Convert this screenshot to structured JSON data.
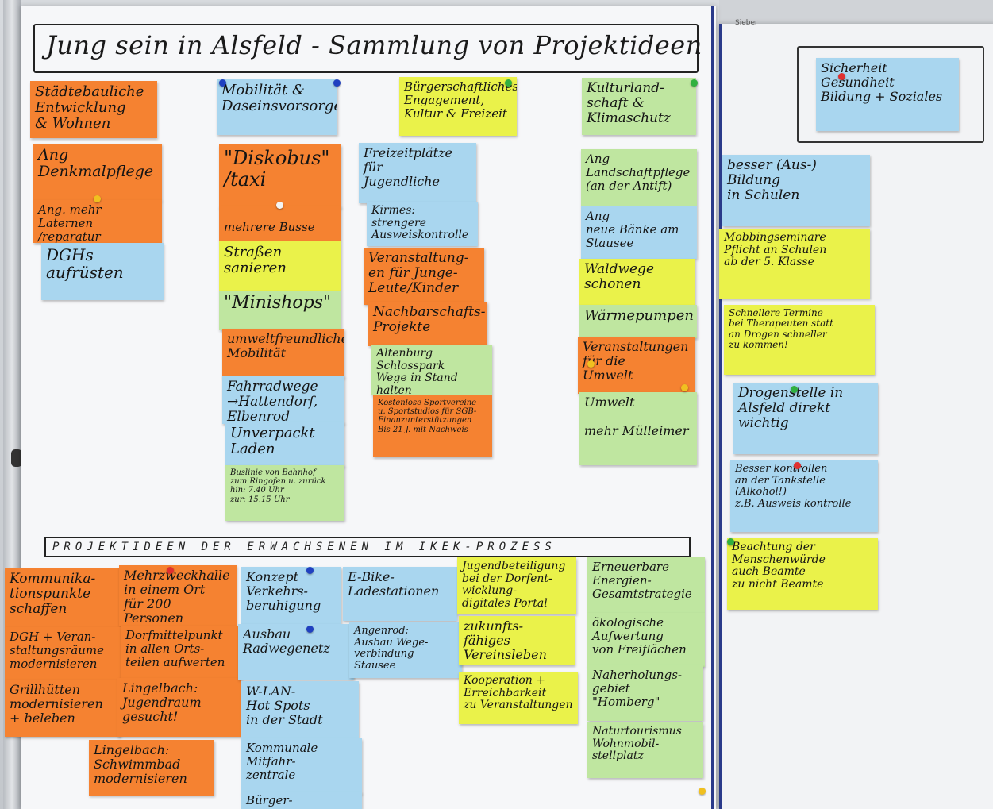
{
  "title": "Jung sein in Alsfeld - Sammlung von Projektideen",
  "right_strip_label": "Sieber",
  "section2_header": "PROJEKTIDEEN DER ERWACHSENEN IM IKEK-PROZESS",
  "colors": {
    "orange": "#f58231",
    "blue": "#a9d6ef",
    "yellow": "#eaf24a",
    "green": "#bfe6a0"
  },
  "categories": {
    "c1": "Städtebauliche\nEntwicklung\n& Wohnen",
    "c2": "Mobilität &\nDaseinsvorsorge",
    "c3": "Bürgerschaftliches\nEngagement,\nKultur & Freizeit",
    "c4": "Kulturland-\nschaft &\nKlimaschutz",
    "c5": "Sicherheit\nGesundheit\nBildung + Soziales"
  },
  "notes": {
    "n1": "Ang\nDenkmalpflege",
    "n2": "Ang. mehr Laternen\n/reparatur",
    "n3": "DGHs\naufrüsten",
    "n4": "\"Diskobus\"\n/taxi",
    "n5": "mehrere Busse",
    "n6": "Straßen\nsanieren",
    "n7": "\"Minishops\"",
    "n8": "umweltfreundliche\nMobilität",
    "n9": "Fahrradwege\n→Hattendorf, Elbenrod",
    "n10": "Unverpackt\nLaden",
    "n11": "Buslinie von Bahnhof\nzum Ringofen u. zurück\nhin: 7.40 Uhr\nzur: 15.15 Uhr",
    "n12": "Freizeitplätze\nfür\nJugendliche",
    "n13": "Kirmes: strengere\nAusweiskontrolle",
    "n14": "Veranstaltung-\nen für Junge-\nLeute/Kinder",
    "n15": "Nachbarschafts-\nProjekte",
    "n16": "Altenburg\nSchlosspark\nWege in Stand\nhalten",
    "n17": "Kostenlose Sportvereine\nu. Sportstudios für SGB-\nFinanzunterstützungen\nBis 21 J. mit Nachweis",
    "n18": "Ang\nLandschaftpflege\n(an der Antift)",
    "n19": "Ang\nneue Bänke am\nStausee",
    "n20": "Waldwege\nschonen",
    "n21": "Wärmepumpen",
    "n22": "Veranstaltungen\nfür die\nUmwelt",
    "n23": "Umwelt\n\nmehr Mülleimer",
    "n24": "besser (Aus-) Bildung\nin Schulen",
    "n25": "Mobbingseminare\nPflicht an Schulen\nab der 5. Klasse",
    "n26": "Schnellere Termine\nbei Therapeuten statt\nan Drogen schneller\nzu kommen!",
    "n27": "Drogenstelle in\nAlsfeld direkt\nwichtig",
    "n28": "Besser kontrollen\nan der Tankstelle\n(Alkohol!)\nz.B. Ausweis kontrolle",
    "n29": "Beachtung der\nMenschenwürde\nauch Beamte\nzu nicht Beamte",
    "a1": "Kommunika-\ntionspunkte\nschaffen",
    "a2": "Mehrzweckhalle\nin einem Ort\nfür 200 Personen",
    "a3": "DGH + Veran-\nstaltungsräume\nmodernisieren",
    "a4": "Dorfmittelpunkt\nin allen Orts-\nteilen aufwerten",
    "a5": "Grillhütten\nmodernisieren\n+ beleben",
    "a6": "Lingelbach:\nJugendraum\ngesucht!",
    "a7": "Lingelbach:\nSchwimmbad\nmodernisieren",
    "a8": "Konzept\nVerkehrs-\nberuhigung",
    "a9": "E-Bike-\nLadestationen",
    "a10": "Ausbau\nRadwegenetz",
    "a11": "Angenrod:\nAusbau Wege-\nverbindung Stausee",
    "a12": "W-LAN-\nHot Spots\nin der Stadt",
    "a13": "Kommunale\nMitfahr-\nzentrale",
    "a14": "Bürger-",
    "a15": "Jugendbeteiligung\nbei der Dorfent-\nwicklung-\ndigitales Portal",
    "a16": "zukunfts-\nfähiges\nVereinsleben",
    "a17": "Kooperation +\nErreichbarkeit\nzu Veranstaltungen",
    "a18": "Erneuerbare\nEnergien-\nGesamtstrategie",
    "a19": "ökologische\nAufwertung\nvon Freiflächen",
    "a20": "Naherholungs-\ngebiet\n\"Homberg\"",
    "a21": "Naturtourismus\nWohnmobil-\nstellplatz"
  }
}
